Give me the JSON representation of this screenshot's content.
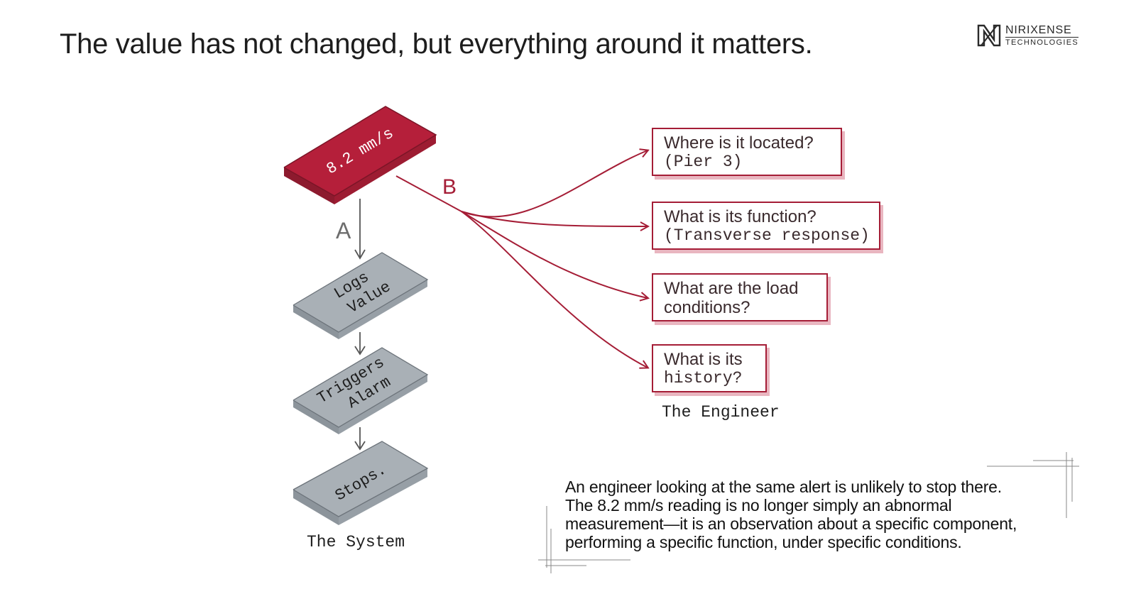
{
  "title": "The value has not changed, but everything around it matters.",
  "logo": {
    "name": "NIRIXENSE",
    "sub": "TECHNOLOGIES"
  },
  "colors": {
    "accent": "#a51d36",
    "accent_light": "#e9b6c0",
    "grey_block": "#a9b0b6",
    "grey_block_dark": "#8c949b"
  },
  "value_block": {
    "label": "8.2 mm/s"
  },
  "branches": {
    "a": "A",
    "b": "B"
  },
  "system": {
    "steps": [
      {
        "line1": "Logs",
        "line2": "Value"
      },
      {
        "line1": "Triggers",
        "line2": "Alarm"
      },
      {
        "line1": "Stops.",
        "line2": ""
      }
    ],
    "caption": "The System"
  },
  "engineer": {
    "questions": [
      {
        "line1": "Where is it located?",
        "line2": "(Pier 3)"
      },
      {
        "line1": "What is its function?",
        "line2": "(Transverse response)"
      },
      {
        "line1": "What are the load",
        "line2": "conditions?"
      },
      {
        "line1": "What is its",
        "line2": "history?"
      }
    ],
    "caption": "The Engineer"
  },
  "paragraph": {
    "lines": [
      "An engineer looking at the same alert is unlikely to stop there.",
      "The 8.2 mm/s reading is no longer simply an abnormal",
      "measurement—it is an observation about a specific component,",
      "performing a specific function, under specific conditions."
    ]
  }
}
